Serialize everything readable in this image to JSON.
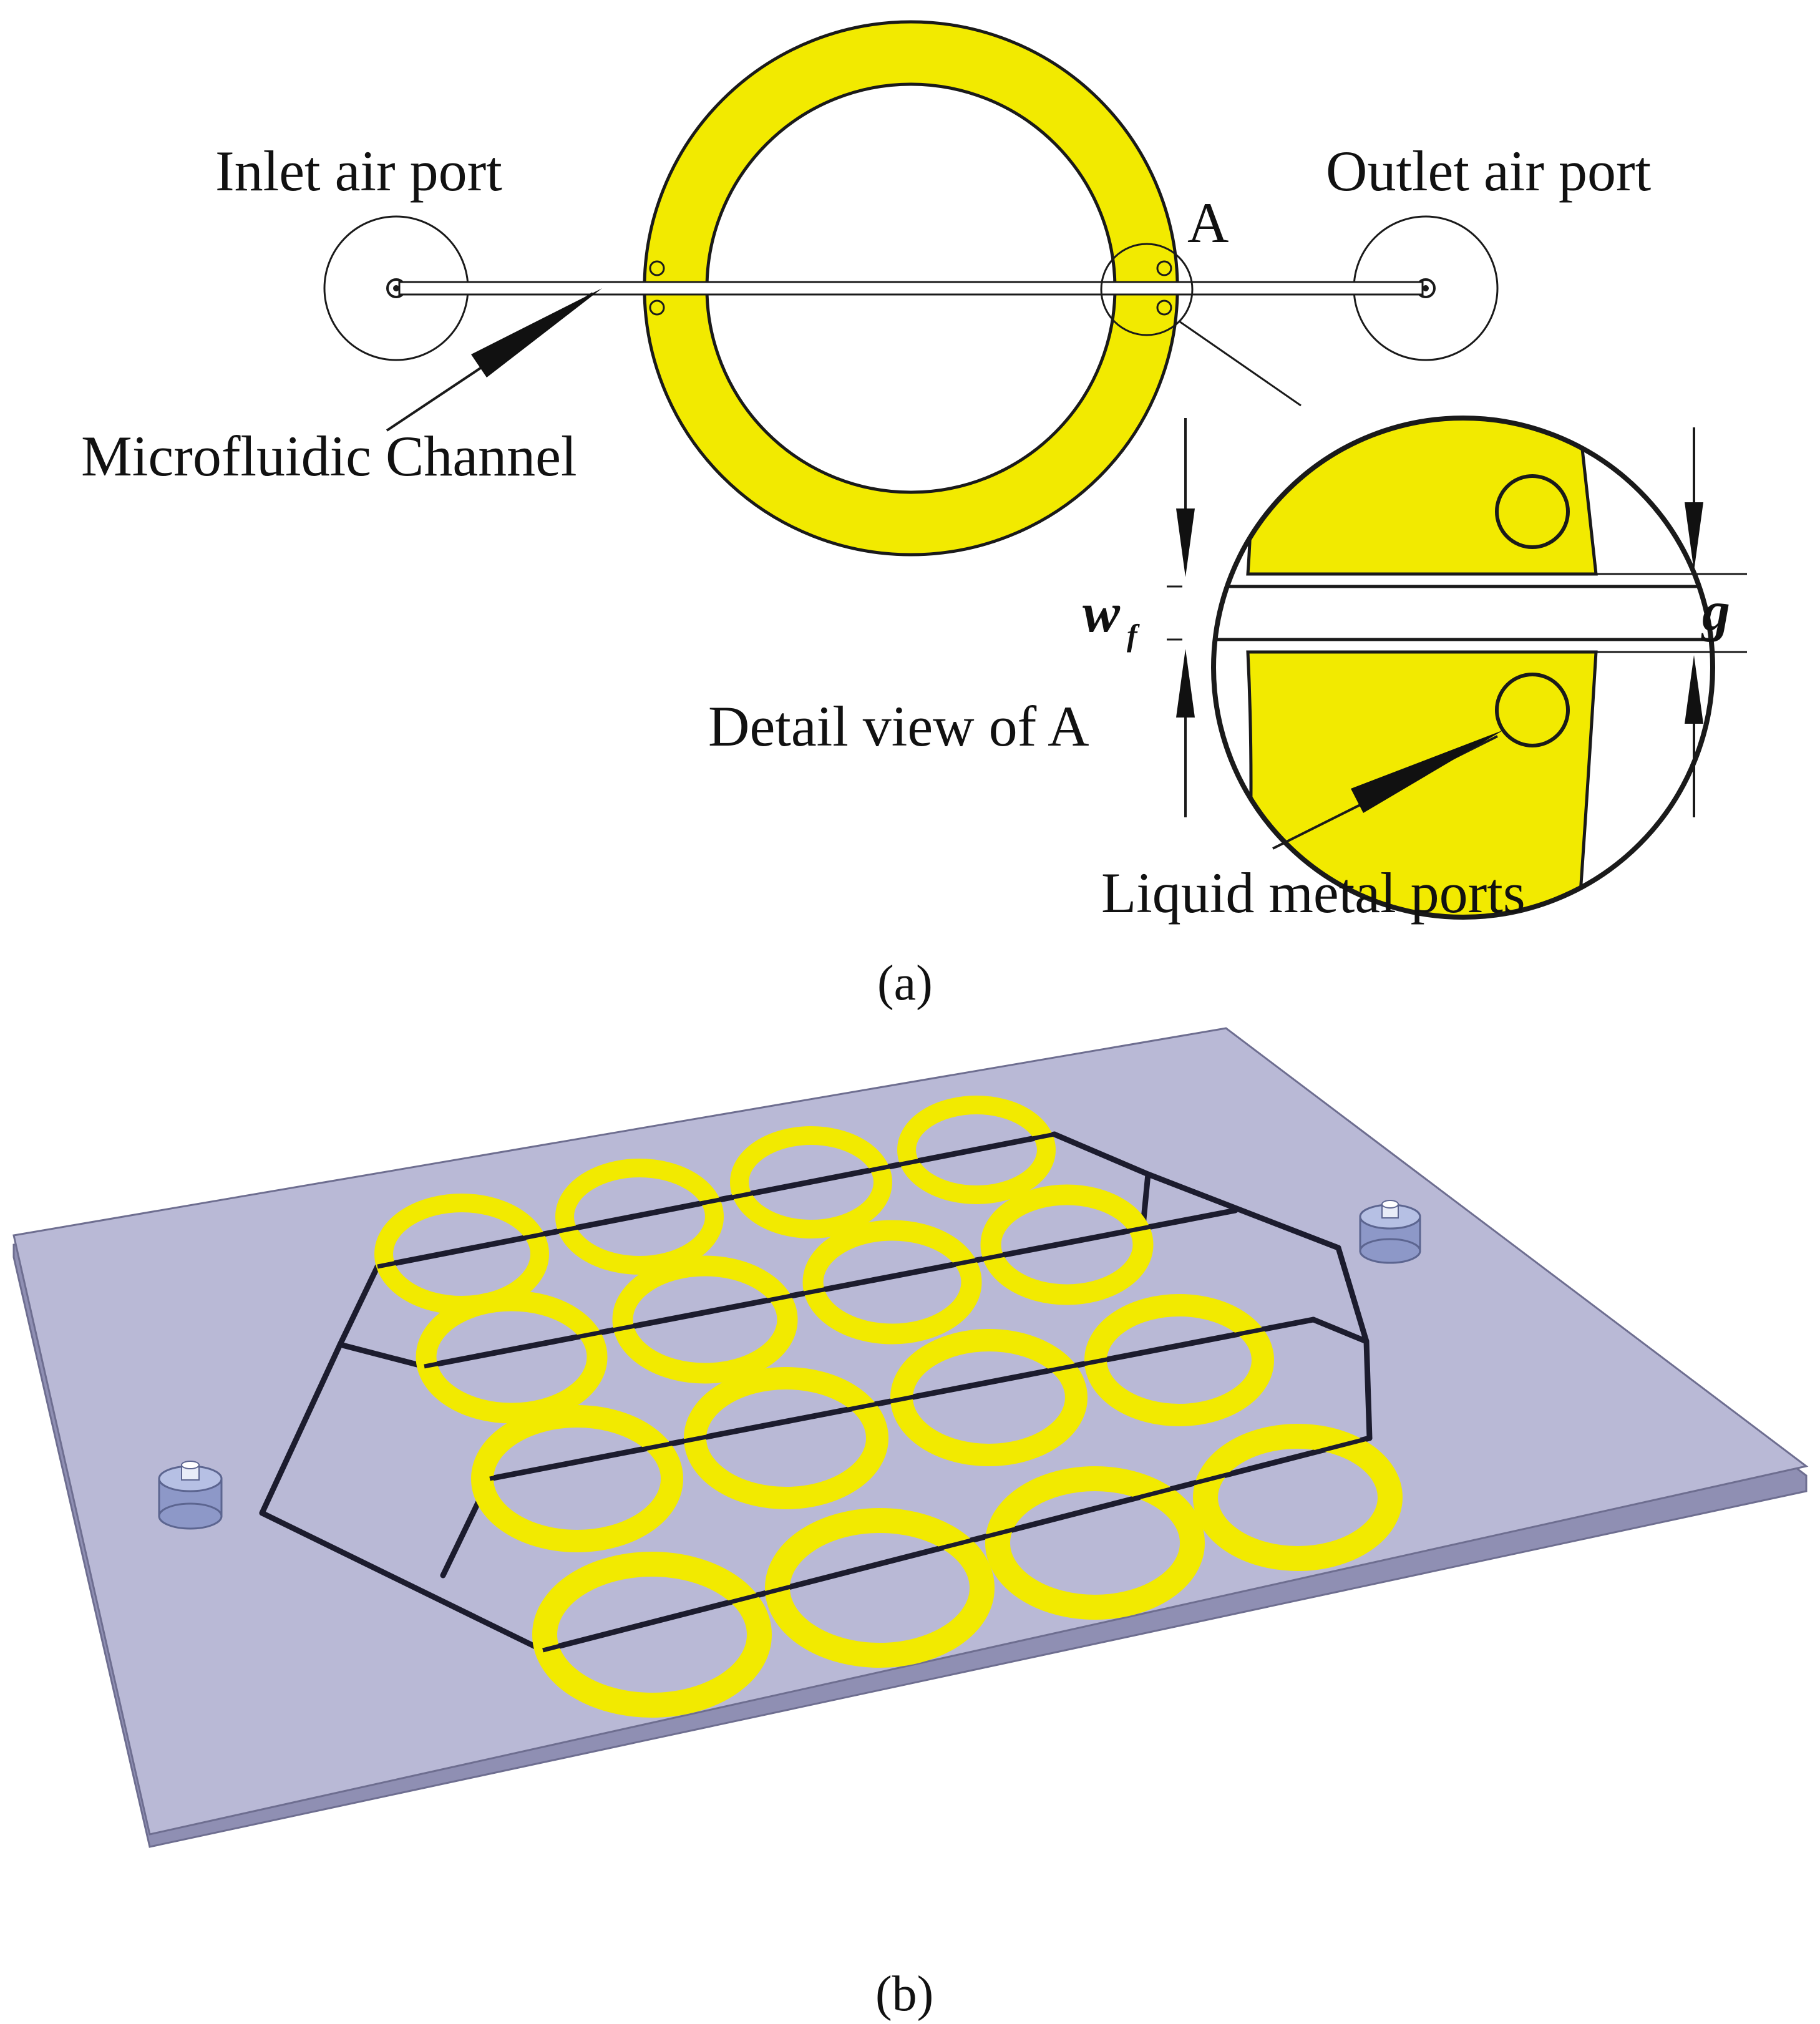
{
  "panel_a": {
    "inlet_label": "Inlet air port",
    "outlet_label": "Outlet air port",
    "point_label": "A",
    "channel_label": "Microfluidic Channel",
    "detail_label": "Detail view of A",
    "ports_label": "Liquid metal ports",
    "width_symbol": "w",
    "width_subscript": "f",
    "gap_symbol": "g",
    "caption": "(a)"
  },
  "panel_b": {
    "caption": "(b)",
    "ring_count": 16,
    "row_count": 4,
    "rings_per_row": 4
  },
  "colors": {
    "ring_fill": "#f2ea00",
    "outline": "#1a1a1a",
    "substrate": "#b9b9d6",
    "substrate_edge": "#8f8fb3",
    "channel": "#1c1c2e"
  }
}
